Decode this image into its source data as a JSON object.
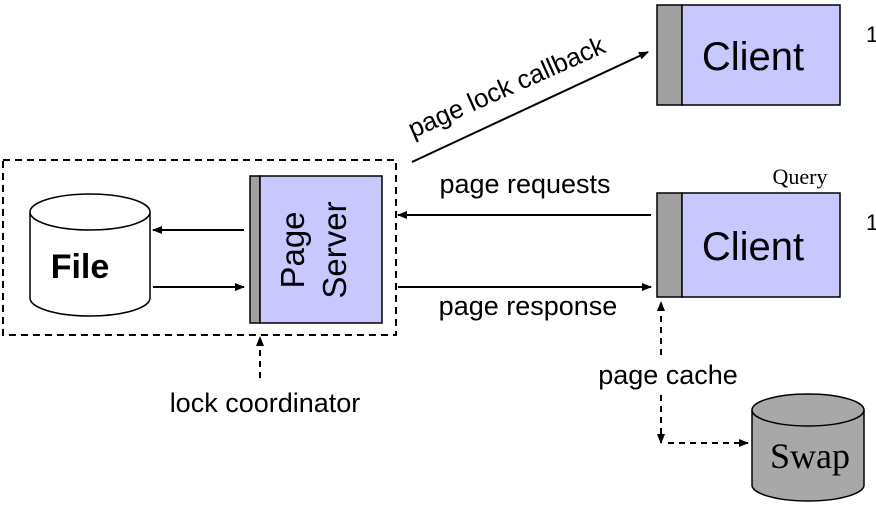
{
  "colors": {
    "box_fill": "#c8c8ff",
    "bar_fill": "#a0a0a0",
    "swap_fill": "#a8a8a8",
    "line": "#000000",
    "background": "#ffffff"
  },
  "clients": [
    {
      "label": "Client"
    },
    {
      "label": "Client",
      "tag": "Query"
    }
  ],
  "page_server": {
    "line1": "Page",
    "line2": "Server"
  },
  "file": {
    "label": "File"
  },
  "swap": {
    "label": "Swap"
  },
  "arrows": {
    "page_lock_callback": "page lock callback",
    "page_requests": "page requests",
    "page_response": "page response",
    "page_cache": "page cache",
    "lock_coordinator": "lock coordinator"
  },
  "edge_marks": [
    "1",
    "1"
  ]
}
